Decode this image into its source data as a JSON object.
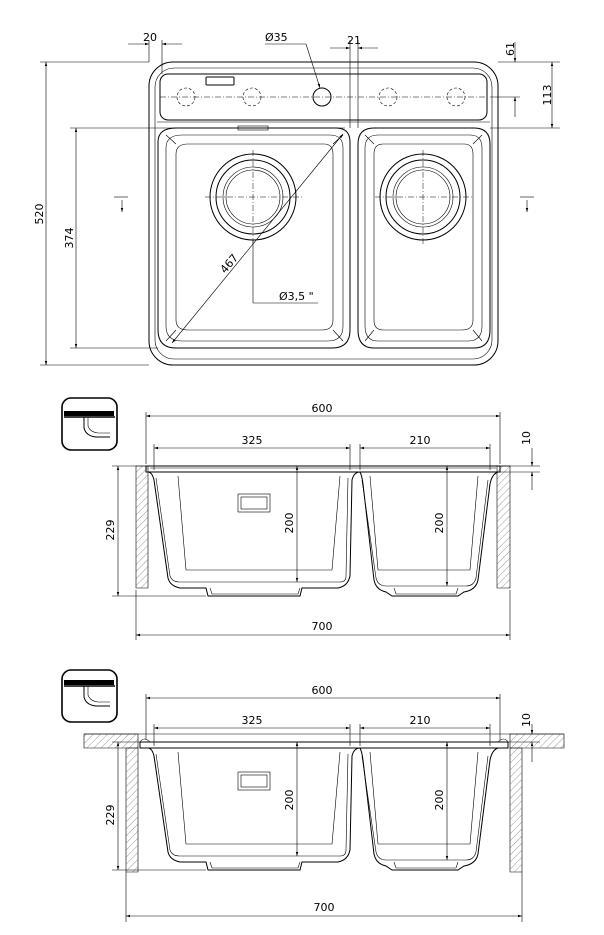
{
  "top_view": {
    "dim_flange": "20",
    "dim_overflow_dia": "Ø35",
    "dim_offset": "21",
    "dim_deck_top": "61",
    "dim_deck_depth": "113",
    "dim_total_depth": "520",
    "dim_bowl_depth": "374",
    "dim_diagonal": "467",
    "dim_drain": "Ø3,5 \""
  },
  "section_surface": {
    "dim_overall_inner": "600",
    "dim_bowl_large": "325",
    "dim_bowl_small": "210",
    "dim_rim": "10",
    "dim_depth_large": "200",
    "dim_depth_small": "200",
    "dim_height": "229",
    "dim_overall": "700"
  },
  "section_flush": {
    "dim_overall_inner": "600",
    "dim_bowl_large": "325",
    "dim_bowl_small": "210",
    "dim_rim": "10",
    "dim_depth_large": "200",
    "dim_depth_small": "200",
    "dim_height": "229",
    "dim_overall": "700"
  }
}
